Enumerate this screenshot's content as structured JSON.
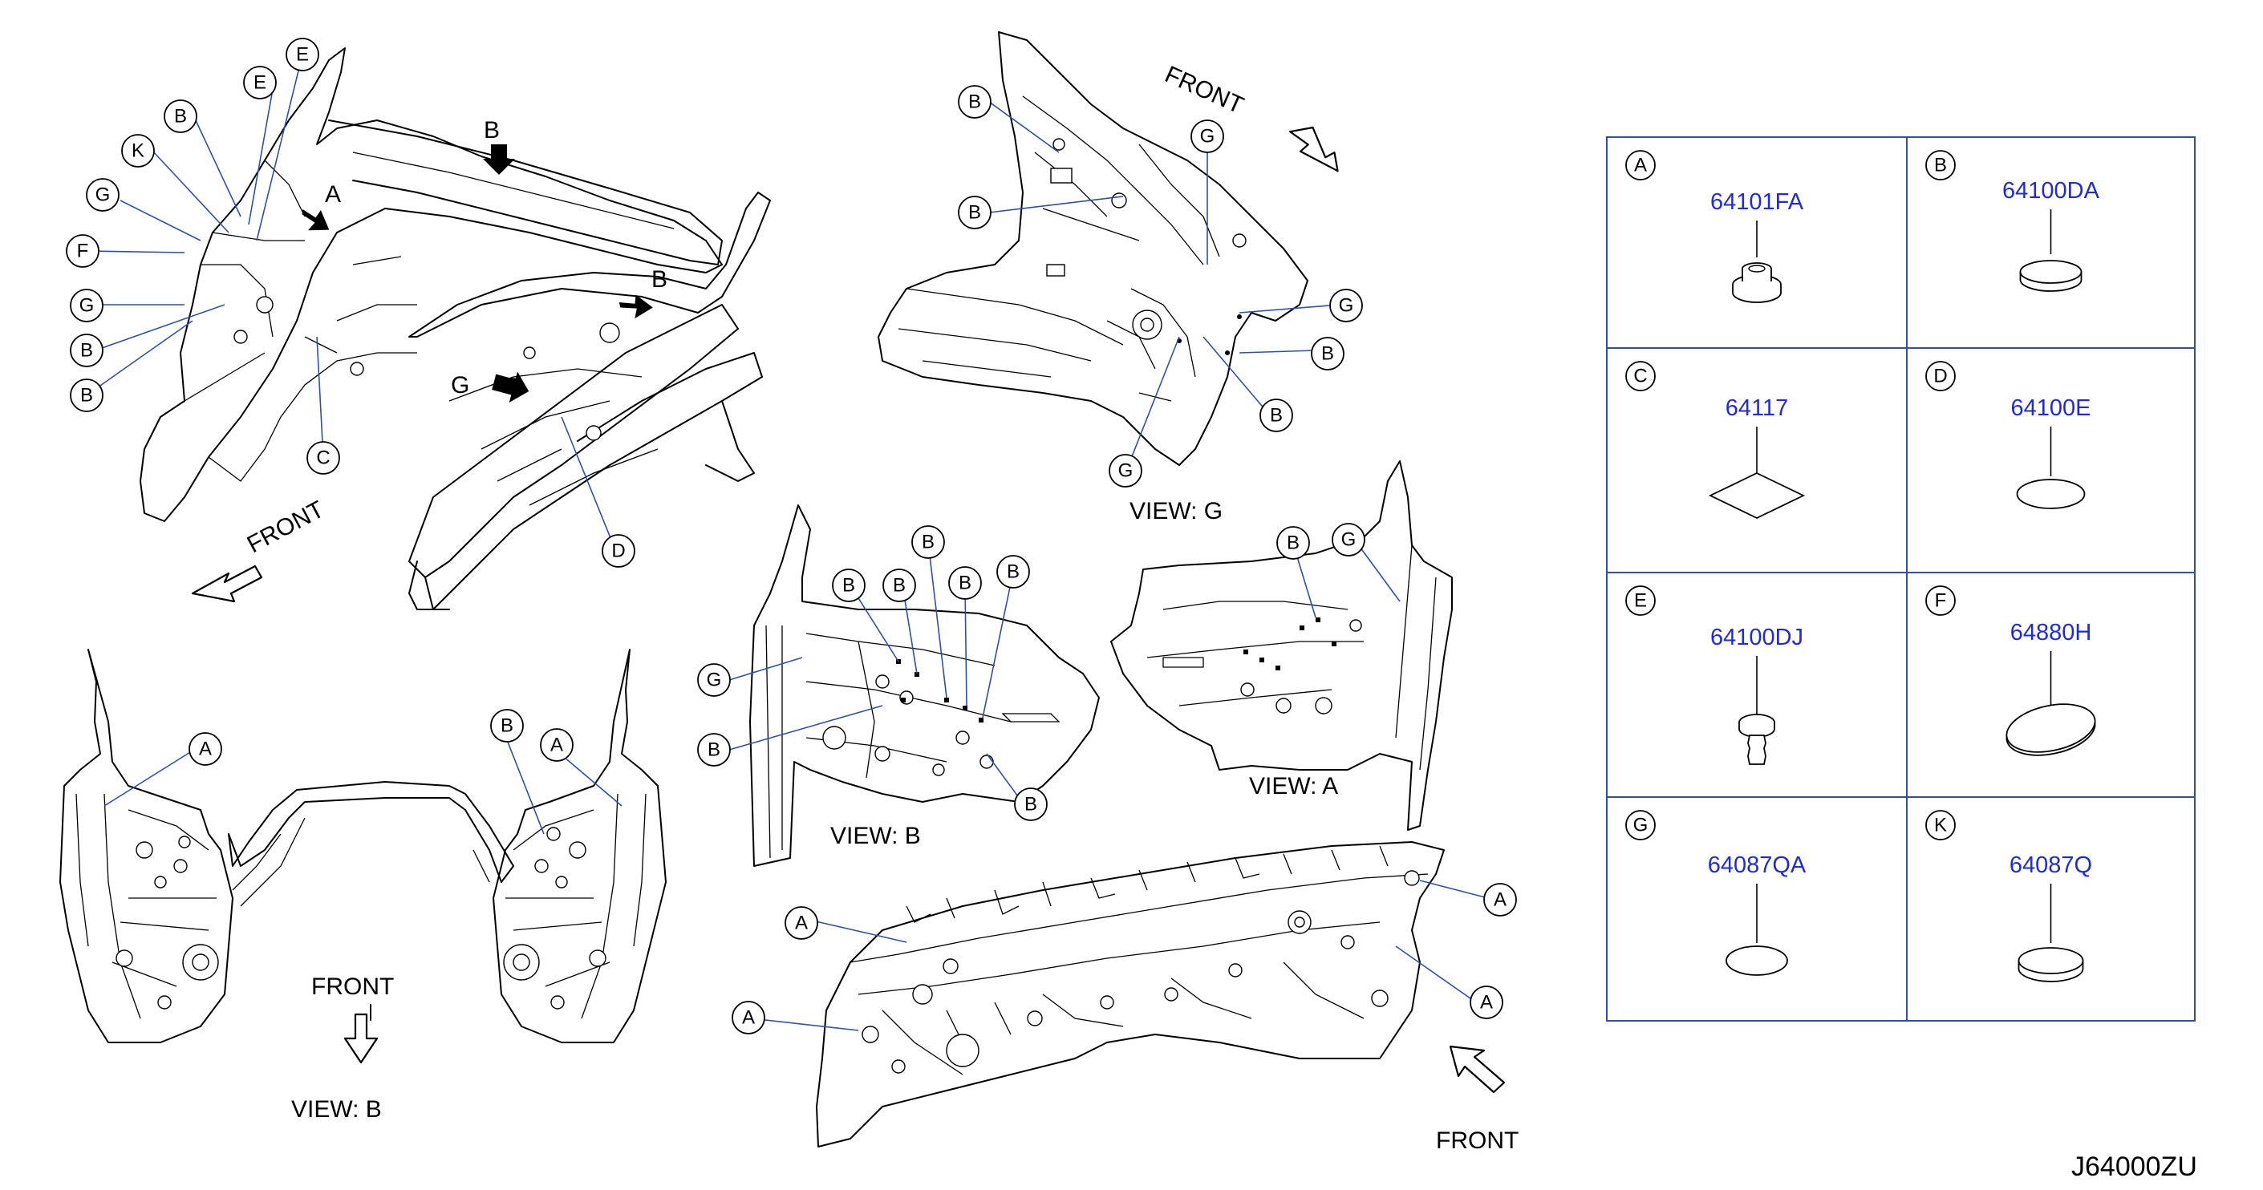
{
  "diagram_code": "J64000ZU",
  "labels": {
    "front": "FRONT",
    "view_g": "VIEW:   G",
    "view_b": "VIEW:   B",
    "view_a": "VIEW:   A"
  },
  "parts_table": [
    {
      "letter": "A",
      "part_number": "64101FA",
      "icon": "grommet-plug-icon"
    },
    {
      "letter": "B",
      "part_number": "64100DA",
      "icon": "cap-plug-icon"
    },
    {
      "letter": "C",
      "part_number": "64117",
      "icon": "sealing-pad-icon"
    },
    {
      "letter": "D",
      "part_number": "64100E",
      "icon": "oval-plug-icon"
    },
    {
      "letter": "E",
      "part_number": "64100DJ",
      "icon": "push-clip-icon"
    },
    {
      "letter": "F",
      "part_number": "64880H",
      "icon": "oval-patch-icon"
    },
    {
      "letter": "G",
      "part_number": "64087QA",
      "icon": "flat-plug-icon"
    },
    {
      "letter": "K",
      "part_number": "64087Q",
      "icon": "thick-plug-icon"
    }
  ],
  "callouts": {
    "a": "A",
    "b": "B",
    "c": "C",
    "d": "D",
    "e": "E",
    "f": "F",
    "g": "G",
    "k": "K"
  }
}
